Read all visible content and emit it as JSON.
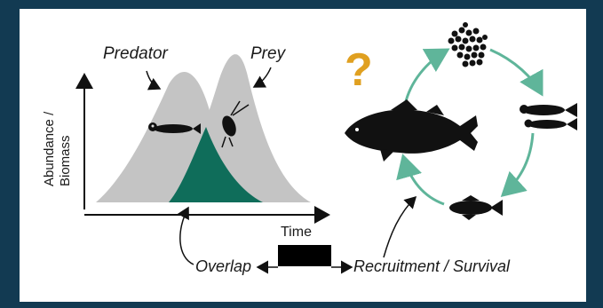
{
  "labels": {
    "predator": "Predator",
    "prey": "Prey",
    "y_axis_line1": "Abundance /",
    "y_axis_line2": "Biomass",
    "x_axis": "Time",
    "overlap": "Overlap",
    "recruitment": "Recruitment / Survival",
    "question_mark": "?"
  },
  "colors": {
    "background": "#123a52",
    "panel": "#ffffff",
    "curve_fill": "#c4c4c4",
    "overlap_fill": "#0f6d5a",
    "cycle_arrow": "#5fb59a",
    "question_mark": "#e0a020",
    "silhouette": "#111111"
  },
  "icons": {
    "predator_fish": "fish-larva-icon",
    "prey_copepod": "copepod-icon",
    "eggs": "fish-eggs-icon",
    "larvae": "fish-larvae-icon",
    "juvenile": "juvenile-fish-icon",
    "adult": "adult-fish-icon"
  }
}
